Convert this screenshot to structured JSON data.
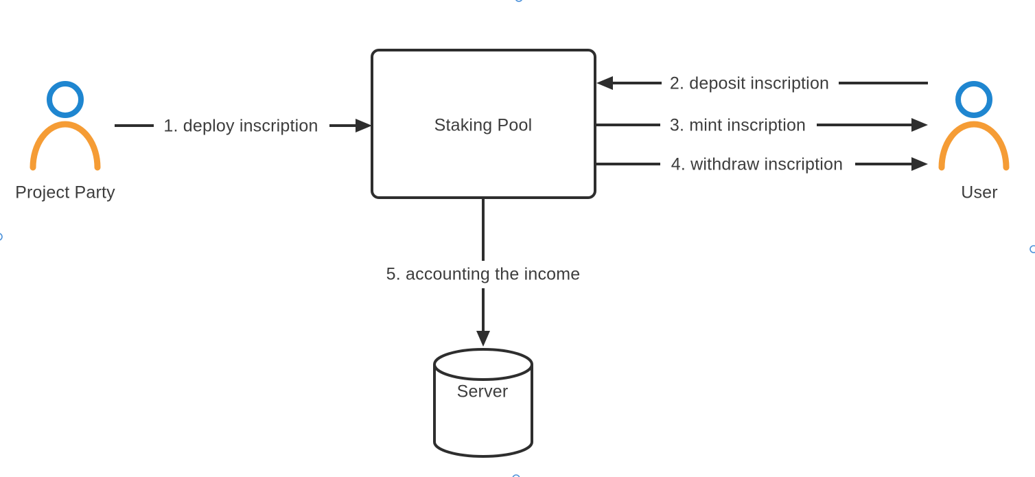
{
  "diagram": {
    "type": "flow-diagram",
    "background": "#ffffff",
    "nodes": {
      "project_party": {
        "label": "Project Party",
        "icon": "person-icon"
      },
      "staking_pool": {
        "label": "Staking Pool",
        "shape": "rounded-rectangle"
      },
      "user": {
        "label": "User",
        "icon": "person-icon"
      },
      "server": {
        "label": "Server",
        "shape": "database-cylinder"
      }
    },
    "edges": [
      {
        "label": "1. deploy inscription",
        "from": "project_party",
        "to": "staking_pool",
        "direction": "right"
      },
      {
        "label": "2. deposit inscription",
        "from": "user",
        "to": "staking_pool",
        "direction": "left"
      },
      {
        "label": "3. mint inscription",
        "from": "staking_pool",
        "to": "user",
        "direction": "right"
      },
      {
        "label": "4. withdraw inscription",
        "from": "staking_pool",
        "to": "user",
        "direction": "right"
      },
      {
        "label": "5. accounting the income",
        "from": "staking_pool",
        "to": "server",
        "direction": "down"
      }
    ],
    "colors": {
      "line": "#2e2e2e",
      "text": "#3d3d3d",
      "person_head": "#1f86d0",
      "person_body": "#f59c35",
      "selection_handle": "#4a90d9"
    }
  }
}
